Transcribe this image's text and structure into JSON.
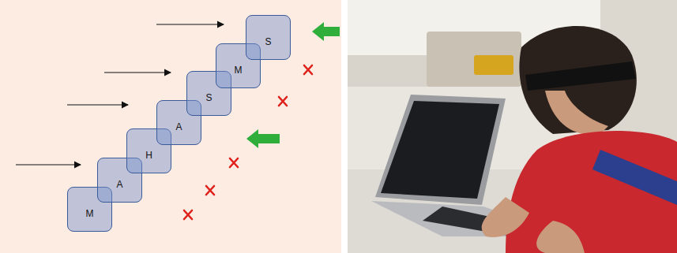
{
  "diagram": {
    "nodes": [
      {
        "text": [
          "M"
        ]
      },
      {
        "text": [
          "A"
        ]
      },
      {
        "text": [
          "H"
        ]
      },
      {
        "text": [
          "A"
        ]
      },
      {
        "text": [
          "S"
        ]
      },
      {
        "text": [
          "M"
        ]
      },
      {
        "text": [
          "S"
        ]
      }
    ]
  }
}
